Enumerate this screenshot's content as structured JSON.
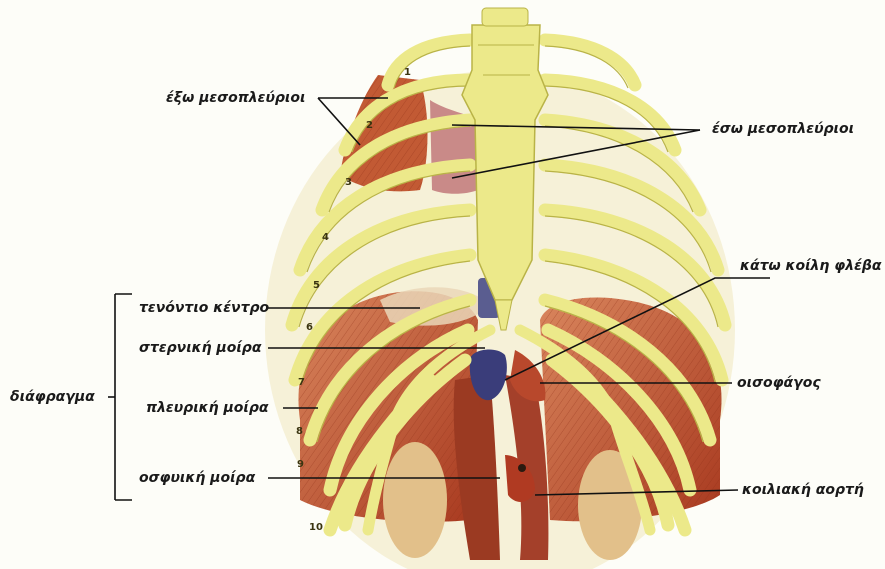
{
  "labels": {
    "external_intercostals": "έξω μεσοπλεύριοι",
    "internal_intercostals": "έσω μεσοπλεύριοι",
    "inferior_vena_cava": "κάτω κοίλη φλέβα",
    "central_tendon": "τενόντιο κέντρο",
    "sternal_part": "στερνική μοίρα",
    "diaphragm": "διάφραγμα",
    "costal_part": "πλευρική μοίρα",
    "esophagus": "οισοφάγος",
    "lumbar_part": "οσφυική μοίρα",
    "abdominal_aorta": "κοιλιακή αορτή"
  },
  "rib_numbers": [
    "1",
    "2",
    "3",
    "4",
    "5",
    "6",
    "7",
    "8",
    "9",
    "10"
  ],
  "colors": {
    "bone": "#ece98a",
    "bone_outline": "#b9b347",
    "muscle": "#b9472a",
    "muscle_light": "#d47a55",
    "tendon": "#ead7b8",
    "vein": "#3a3d7a",
    "kidney": "#e2c08a",
    "leader": "#111111"
  }
}
